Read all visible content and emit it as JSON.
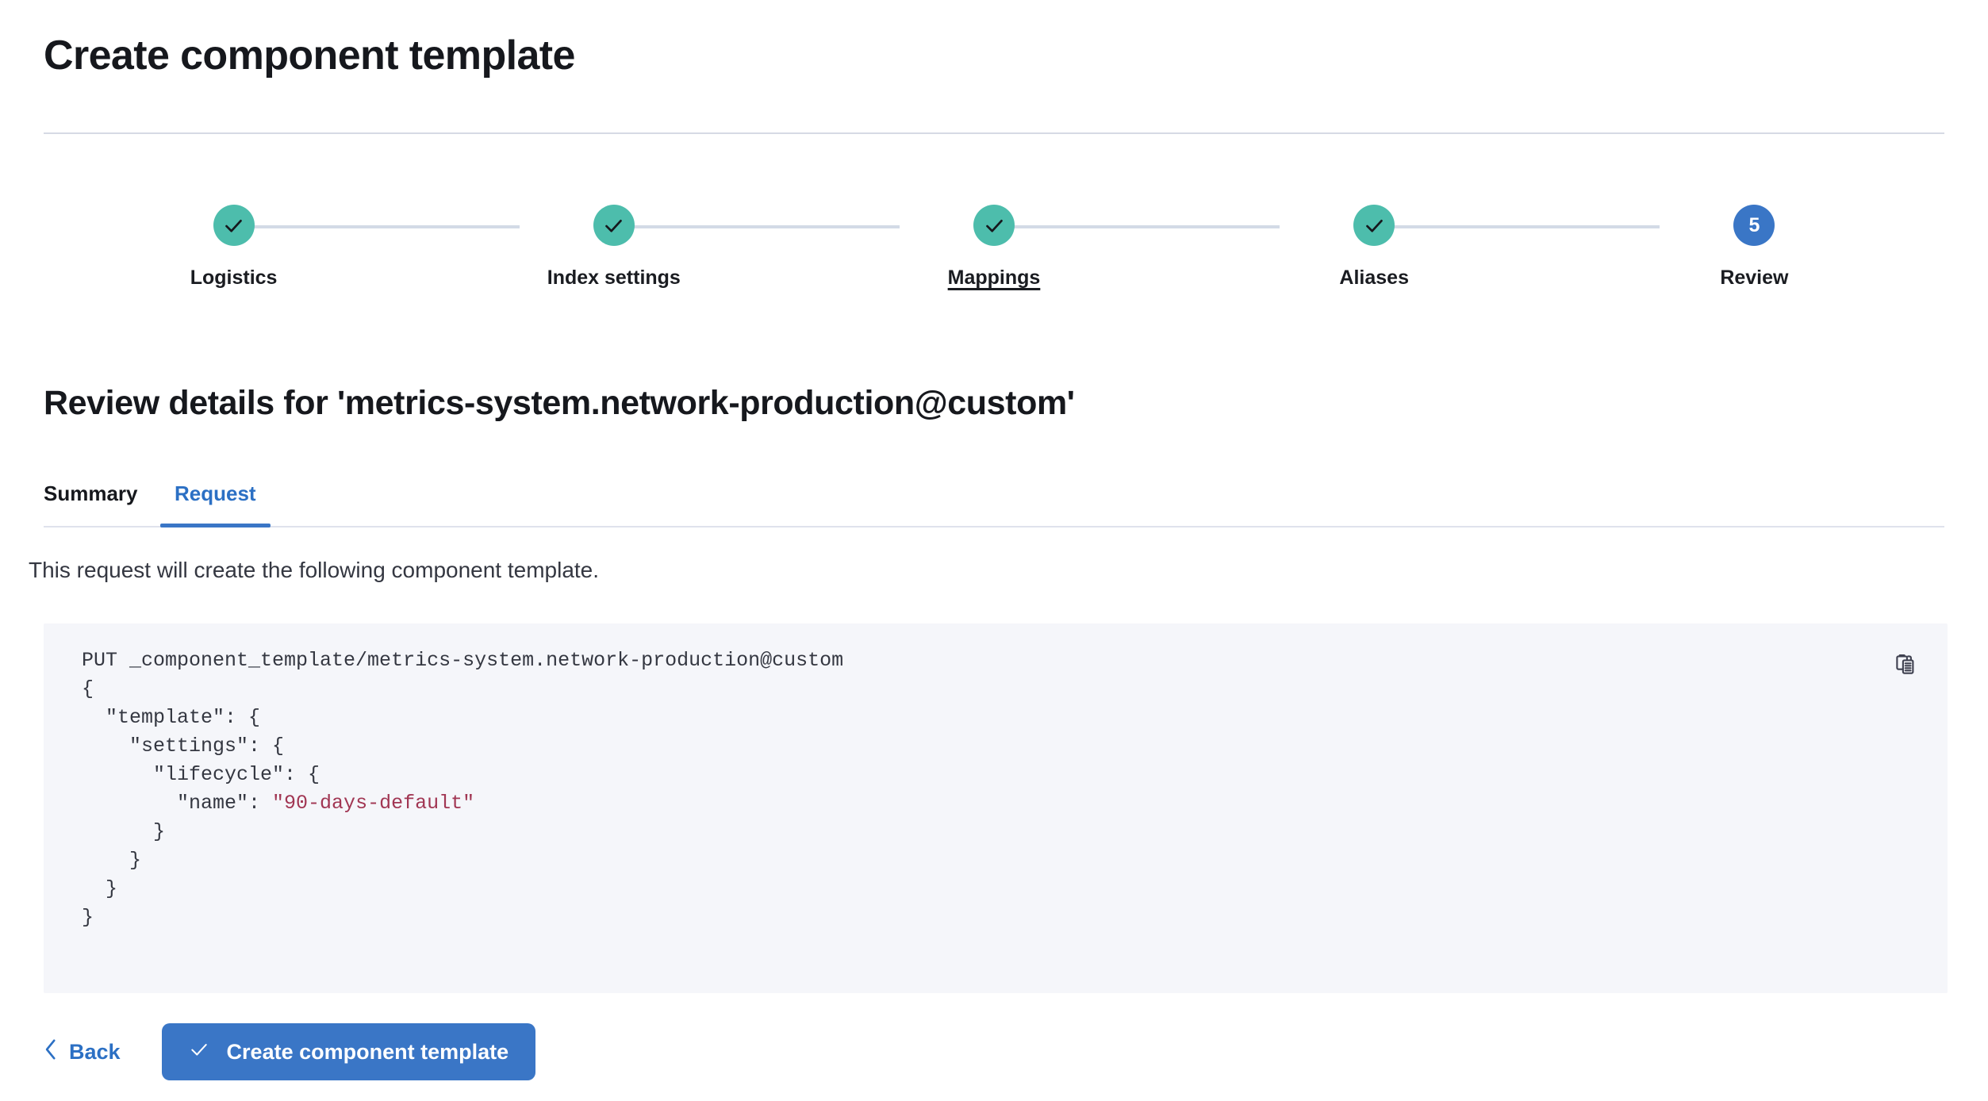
{
  "header": {
    "title": "Create component template"
  },
  "stepper": {
    "steps": [
      {
        "label": "Logistics",
        "state": "complete",
        "indicator": "check",
        "number": "1",
        "hovered": false
      },
      {
        "label": "Index settings",
        "state": "complete",
        "indicator": "check",
        "number": "2",
        "hovered": false
      },
      {
        "label": "Mappings",
        "state": "complete",
        "indicator": "check",
        "number": "3",
        "hovered": true
      },
      {
        "label": "Aliases",
        "state": "complete",
        "indicator": "check",
        "number": "4",
        "hovered": false
      },
      {
        "label": "Review",
        "state": "current",
        "indicator": "number",
        "number": "5",
        "hovered": false
      }
    ],
    "complete_color": "#4dbdac",
    "current_color": "#3a76c6",
    "line_color": "#d3dae6"
  },
  "review": {
    "heading": "Review details for 'metrics-system.network-production@custom'",
    "template_name": "metrics-system.network-production@custom",
    "tabs": [
      {
        "id": "summary",
        "label": "Summary",
        "active": false
      },
      {
        "id": "request",
        "label": "Request",
        "active": true
      }
    ],
    "description": "This request will create the following component template."
  },
  "code": {
    "method": "PUT",
    "path": "_component_template/metrics-system.network-production@custom",
    "request_line": "PUT _component_template/metrics-system.network-production@custom",
    "lines": [
      "PUT _component_template/metrics-system.network-production@custom",
      "{",
      "  \"template\": {",
      "    \"settings\": {",
      "      \"lifecycle\": {",
      "        \"name\": \"90-days-default\"",
      "      }",
      "    }",
      "  }",
      "}"
    ],
    "body_prefix": "PUT _component_template/metrics-system.network-production@custom\n{\n  \"template\": {\n    \"settings\": {\n      \"lifecycle\": {\n        \"name\": ",
    "body_string_value": "\"90-days-default\"",
    "body_suffix": "\n      }\n    }\n  }\n}",
    "lifecycle_name": "90-days-default",
    "copy_icon": "clipboard-copy-icon",
    "background": "#f5f6fa",
    "string_color": "#a13653"
  },
  "actions": {
    "back_label": "Back",
    "submit_label": "Create component template",
    "primary_color": "#3a76c6",
    "link_color": "#2c70c4"
  }
}
